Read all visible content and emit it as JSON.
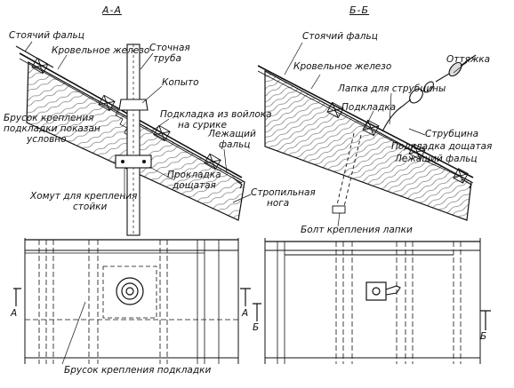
{
  "sections": {
    "left_title": "А-А",
    "right_title": "Б-Б"
  },
  "left_labels": {
    "stoyachiy_falts": "Стоячий фальц",
    "krovelnoe_zhelezo": "Кровельное железо",
    "stochnaya": "Сточная",
    "truba": "труба",
    "kopyto": "Копыто",
    "podkladka_voilok_1": "Подкладка из войлока",
    "podkladka_voilok_2": "на сурике",
    "brusok_1": "Брусок крепления",
    "brusok_2": "подкладки показан",
    "brusok_3": "условно",
    "lezhashchiy_1": "Лежащий",
    "lezhashchiy_2": "фальц",
    "prokladka_1": "Прокладка",
    "prokladka_2": "дощатая",
    "khomut_1": "Хомут для крепления",
    "khomut_2": "стойки",
    "stropilnaya_1": "Стропильная",
    "stropilnaya_2": "нога"
  },
  "right_labels": {
    "stoyachiy_falts": "Стоячий фальц",
    "krovelnoe_zhelezo": "Кровельное железо",
    "ottyazhka": "Оттяжка",
    "lapka": "Лапка для струбцины",
    "podkladka": "Подкладка",
    "strubtsina": "Струбцина",
    "podkladka_doshchataya": "Подкладка дощатая",
    "lezhashchiy_falts": "Лежащий фальц",
    "bolt": "Болт крепления лапки"
  },
  "plan_labels": {
    "brusok": "Брусок крепления подкладки",
    "a_left": "А",
    "a_right": "А",
    "b_left": "Б",
    "b_right": "Б"
  }
}
